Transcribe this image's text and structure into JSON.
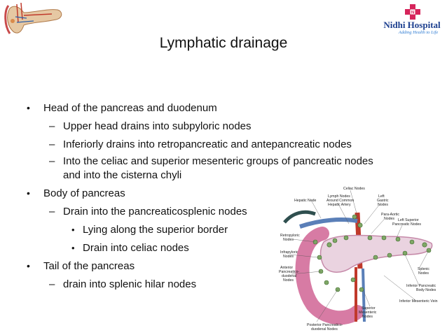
{
  "title": "Lymphatic drainage",
  "logo": {
    "name": "Nidhi Hospital",
    "tagline": "Adding Health to Life",
    "cross_color": "#d6245b",
    "name_color": "#1c3f8f"
  },
  "bullets": {
    "b1": "Head of the pancreas and duodenum",
    "b1_sub1": "Upper head drains into subpyloric nodes",
    "b1_sub2": "Inferiorly drains into retropancreatic and antepancreatic nodes",
    "b1_sub3_line1": "Into the celiac and superior mesenteric groups of pancreatic nodes",
    "b1_sub3_line2": "and into the cisterna chyli",
    "b2": "Body of pancreas",
    "b2_sub1": "Drain into the pancreaticosplenic nodes",
    "b2_sub1_a": "Lying along the superior border",
    "b2_sub1_b": "Drain into celiac nodes",
    "b3": "Tail of the pancreas",
    "b3_sub1": "drain into splenic hilar nodes"
  },
  "markers": {
    "level1": "•",
    "level2": "–",
    "level3": "•"
  },
  "diagram": {
    "labels": {
      "celiac": "Celiac Nodes",
      "hepatic": "Hepatic Node",
      "lymph_common": "Lymph Nodes",
      "lymph_common2": "Around Common",
      "lymph_common3": "Hepatic Artery",
      "left_gastric": "Left",
      "left_gastric2": "Gastric",
      "left_gastric3": "Nodes",
      "para_aortic": "Para-Aortic",
      "para_aortic2": "Nodes",
      "left_superior": "Left Superior",
      "left_superior2": "Pancreatic Nodes",
      "retropyloric": "Retropyloric",
      "retropyloric2": "Nodes",
      "infrapyloric": "Infrapyloric",
      "infrapyloric2": "Nodes",
      "anterior": "Anterior",
      "anterior2": "Pancreatico-",
      "anterior3": "duodenal",
      "anterior4": "Nodes",
      "splenic": "Splenic",
      "splenic2": "Nodes",
      "inferior_pancreatic": "Inferior Pancreatic",
      "inferior_pancreatic2": "Body Nodes",
      "inferior_mesenteric": "Inferior Mesenteric Vein",
      "superior_mesenteric": "Superior",
      "superior_mesenteric2": "Mesenteric",
      "superior_mesenteric3": "Nodes",
      "posterior": "Posterior Pancreatico-",
      "posterior2": "duodenal Nodes"
    }
  }
}
